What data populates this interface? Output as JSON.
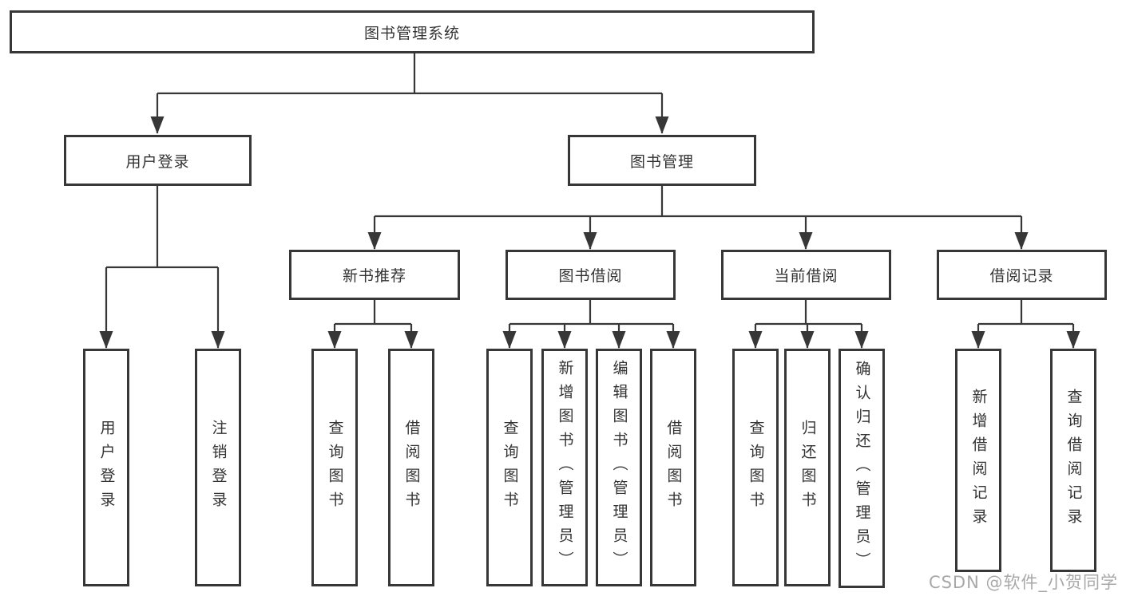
{
  "diagram": {
    "root": {
      "label": "图书管理系统"
    },
    "level2": [
      {
        "label": "用户登录"
      },
      {
        "label": "图书管理"
      }
    ],
    "level3": [
      {
        "label": "新书推荐"
      },
      {
        "label": "图书借阅"
      },
      {
        "label": "当前借阅"
      },
      {
        "label": "借阅记录"
      }
    ],
    "leaves": {
      "user_login": [
        {
          "label": "用户登录"
        },
        {
          "label": "注销登录"
        }
      ],
      "new_book": [
        {
          "label": "查询图书"
        },
        {
          "label": "借阅图书"
        }
      ],
      "book_borrow": [
        {
          "label": "查询图书"
        },
        {
          "label": "新增图书（管理员）"
        },
        {
          "label": "编辑图书（管理员）"
        },
        {
          "label": "借阅图书"
        }
      ],
      "current_borrow": [
        {
          "label": "查询图书"
        },
        {
          "label": "归还图书"
        },
        {
          "label": "确认归还（管理员）"
        }
      ],
      "borrow_records": [
        {
          "label": "新增借阅记录"
        },
        {
          "label": "查询借阅记录"
        }
      ]
    },
    "watermark": "CSDN @软件_小贺同学",
    "colors": {
      "line": "#373737",
      "text": "#333333",
      "watermark": "#a8a8a8",
      "background": "#ffffff"
    }
  }
}
